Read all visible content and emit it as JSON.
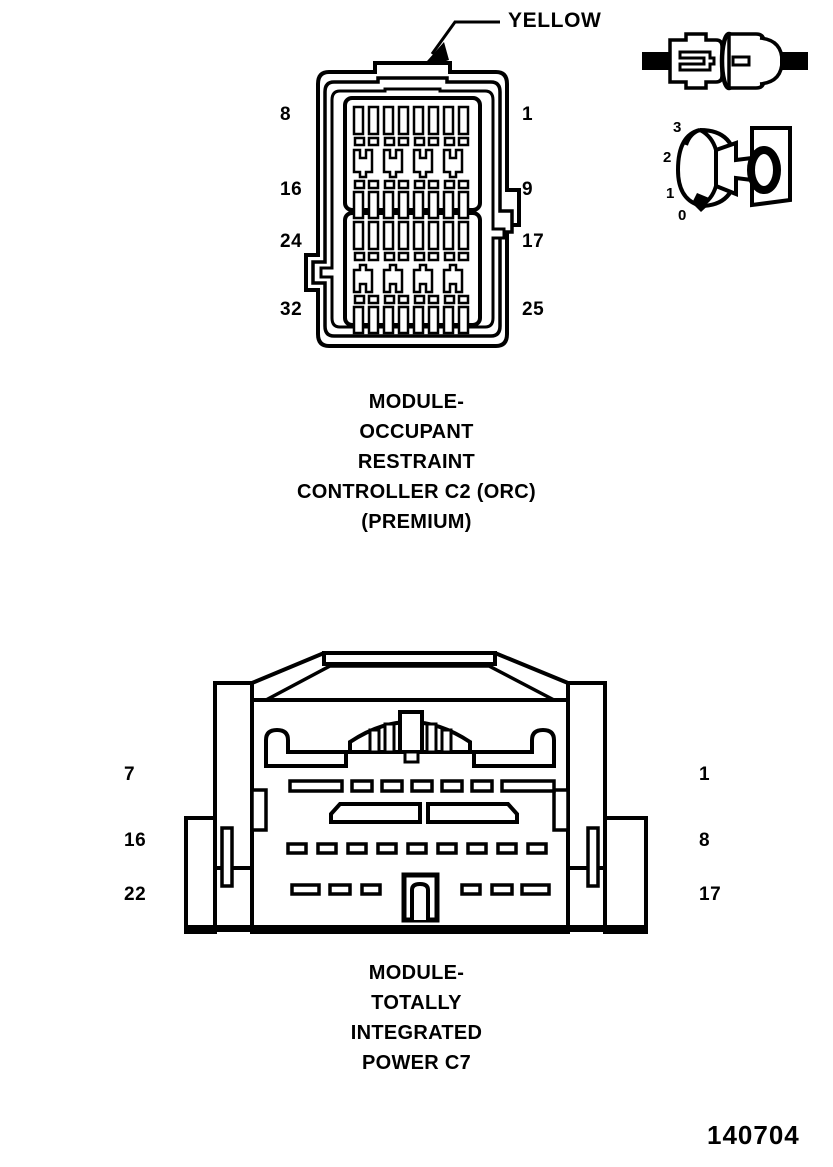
{
  "figure": {
    "number": "140704",
    "background_color": "#ffffff",
    "ink_color": "#000000"
  },
  "connector_top": {
    "name": "module-occupant-restraint-controller-c2",
    "wire_color_callout": "YELLOW",
    "pins_left": [
      "8",
      "16",
      "24",
      "32"
    ],
    "pins_right": [
      "1",
      "9",
      "17",
      "25"
    ],
    "caption_lines": [
      "MODULE-",
      "OCCUPANT",
      "RESTRAINT",
      "CONTROLLER C2 (ORC)",
      "(PREMIUM)"
    ]
  },
  "key_detail": {
    "name": "connector-keying-detail",
    "positions": [
      "3",
      "2",
      "1",
      "0"
    ]
  },
  "connector_bottom": {
    "name": "module-totally-integrated-power-c7",
    "pins_left": [
      "7",
      "16",
      "22"
    ],
    "pins_right": [
      "1",
      "8",
      "17"
    ],
    "caption_lines": [
      "MODULE-",
      "TOTALLY",
      "INTEGRATED",
      "POWER C7"
    ]
  }
}
